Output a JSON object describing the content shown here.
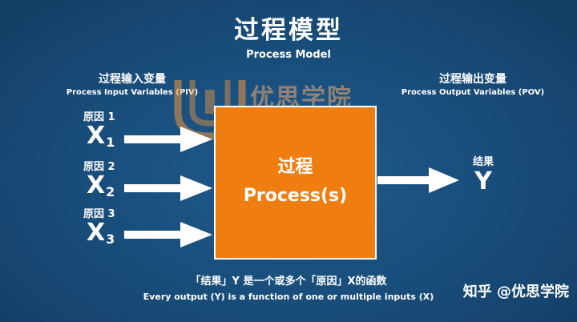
{
  "title": {
    "cn": "过程模型",
    "en": "Process Model"
  },
  "inputs_header": {
    "cn": "过程输入变量",
    "en": "Process Input Variables (PIV)"
  },
  "outputs_header": {
    "cn": "过程输出变量",
    "en": "Process Output Variables (POV)"
  },
  "causes": [
    {
      "label": "原因 1",
      "var": "X",
      "sub": "1"
    },
    {
      "label": "原因 2",
      "var": "X",
      "sub": "2"
    },
    {
      "label": "原因 3",
      "var": "X",
      "sub": "3"
    }
  ],
  "process": {
    "cn": "过程",
    "en": "Process(s)"
  },
  "result": {
    "label": "结果",
    "var": "Y"
  },
  "note": {
    "cn": "「结果」Y 是一个或多个「原因」X的函数",
    "en": "Every output (Y) is a function of one or multiple inputs (X)"
  },
  "watermark": {
    "text": "优思学院"
  },
  "credit": "知乎 @优思学院",
  "colors": {
    "background": "#184c79",
    "process_box": "#f07d10",
    "text": "#ffffff"
  }
}
